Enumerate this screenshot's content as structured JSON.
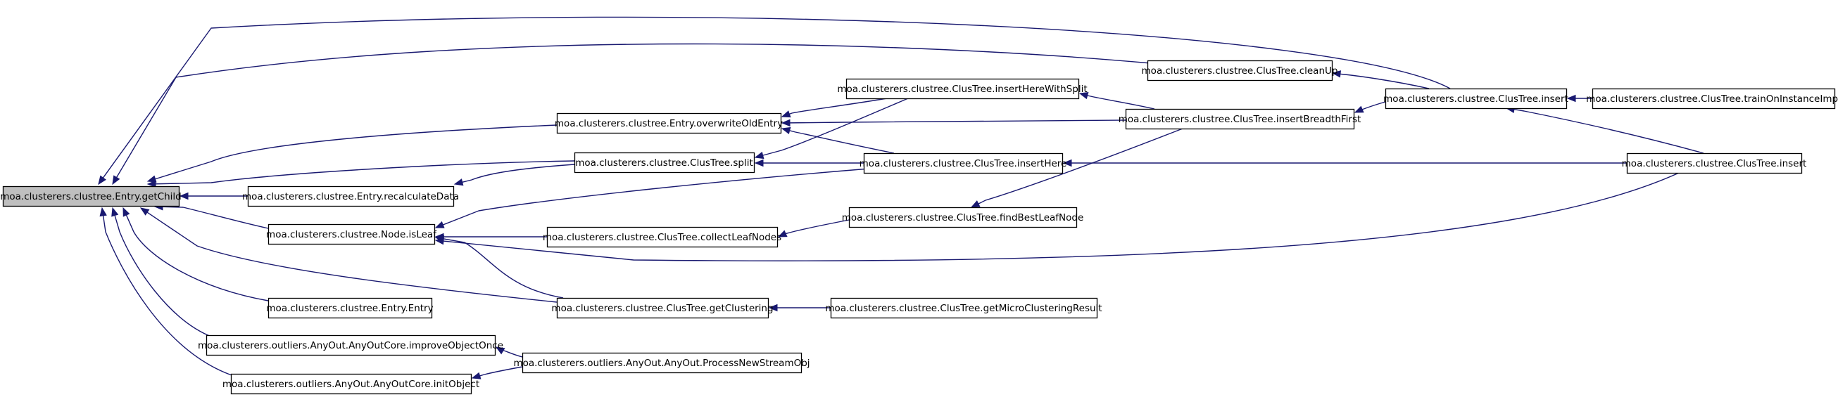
{
  "graph": {
    "nodes": [
      {
        "id": "getChild",
        "label": "moa.clusterers.clustree.Entry.getChild",
        "root": true
      },
      {
        "id": "overwriteOldEntry",
        "label": "moa.clusterers.clustree.Entry.overwriteOldEntry"
      },
      {
        "id": "split",
        "label": "moa.clusterers.clustree.ClusTree.split"
      },
      {
        "id": "recalculateData",
        "label": "moa.clusterers.clustree.Entry.recalculateData"
      },
      {
        "id": "isLeaf",
        "label": "moa.clusterers.clustree.Node.isLeaf"
      },
      {
        "id": "entryCtor",
        "label": "moa.clusterers.clustree.Entry.Entry"
      },
      {
        "id": "improveObjectOnce",
        "label": "moa.clusterers.outliers.AnyOut.AnyOutCore.improveObjectOnce"
      },
      {
        "id": "initObject",
        "label": "moa.clusterers.outliers.AnyOut.AnyOutCore.initObject"
      },
      {
        "id": "collectLeafNodes",
        "label": "moa.clusterers.clustree.ClusTree.collectLeafNodes"
      },
      {
        "id": "getClustering",
        "label": "moa.clusterers.clustree.ClusTree.getClustering"
      },
      {
        "id": "processNewStreamObj",
        "label": "moa.clusterers.outliers.AnyOut.AnyOut.ProcessNewStreamObj"
      },
      {
        "id": "insertHereWithSplit",
        "label": "moa.clusterers.clustree.ClusTree.insertHereWithSplit"
      },
      {
        "id": "insertHere",
        "label": "moa.clusterers.clustree.ClusTree.insertHere"
      },
      {
        "id": "findBestLeafNode",
        "label": "moa.clusterers.clustree.ClusTree.findBestLeafNode"
      },
      {
        "id": "getMicroClusteringResult",
        "label": "moa.clusterers.clustree.ClusTree.getMicroClusteringResult"
      },
      {
        "id": "cleanUp",
        "label": "moa.clusterers.clustree.ClusTree.cleanUp"
      },
      {
        "id": "insertBreadthFirst",
        "label": "moa.clusterers.clustree.ClusTree.insertBreadthFirst"
      },
      {
        "id": "insertA",
        "label": "moa.clusterers.clustree.ClusTree.insert"
      },
      {
        "id": "insertB",
        "label": "moa.clusterers.clustree.ClusTree.insert"
      },
      {
        "id": "trainOnInstanceImpl",
        "label": "moa.clusterers.clustree.ClusTree.trainOnInstanceImpl"
      }
    ],
    "edges": [
      {
        "from": "overwriteOldEntry",
        "to": "getChild"
      },
      {
        "from": "split",
        "to": "getChild"
      },
      {
        "from": "recalculateData",
        "to": "getChild"
      },
      {
        "from": "isLeaf",
        "to": "getChild"
      },
      {
        "from": "entryCtor",
        "to": "getChild"
      },
      {
        "from": "improveObjectOnce",
        "to": "getChild"
      },
      {
        "from": "initObject",
        "to": "getChild"
      },
      {
        "from": "getClustering",
        "to": "getChild"
      },
      {
        "from": "cleanUp",
        "to": "getChild"
      },
      {
        "from": "insertA",
        "to": "getChild"
      },
      {
        "from": "split",
        "to": "recalculateData"
      },
      {
        "from": "collectLeafNodes",
        "to": "isLeaf"
      },
      {
        "from": "getClustering",
        "to": "isLeaf"
      },
      {
        "from": "insertHere",
        "to": "isLeaf"
      },
      {
        "from": "insertB",
        "to": "isLeaf"
      },
      {
        "from": "insertHereWithSplit",
        "to": "overwriteOldEntry"
      },
      {
        "from": "insertHere",
        "to": "overwriteOldEntry"
      },
      {
        "from": "insertBreadthFirst",
        "to": "overwriteOldEntry"
      },
      {
        "from": "insertHereWithSplit",
        "to": "split"
      },
      {
        "from": "insertHere",
        "to": "split"
      },
      {
        "from": "findBestLeafNode",
        "to": "collectLeafNodes"
      },
      {
        "from": "getMicroClusteringResult",
        "to": "getClustering"
      },
      {
        "from": "processNewStreamObj",
        "to": "improveObjectOnce"
      },
      {
        "from": "processNewStreamObj",
        "to": "initObject"
      },
      {
        "from": "insertBreadthFirst",
        "to": "insertHereWithSplit"
      },
      {
        "from": "insertB",
        "to": "insertHere"
      },
      {
        "from": "insertBreadthFirst",
        "to": "findBestLeafNode"
      },
      {
        "from": "insertA",
        "to": "cleanUp"
      },
      {
        "from": "insertA",
        "to": "insertBreadthFirst"
      },
      {
        "from": "trainOnInstanceImpl",
        "to": "insertA"
      },
      {
        "from": "insertB",
        "to": "insertA"
      }
    ]
  }
}
